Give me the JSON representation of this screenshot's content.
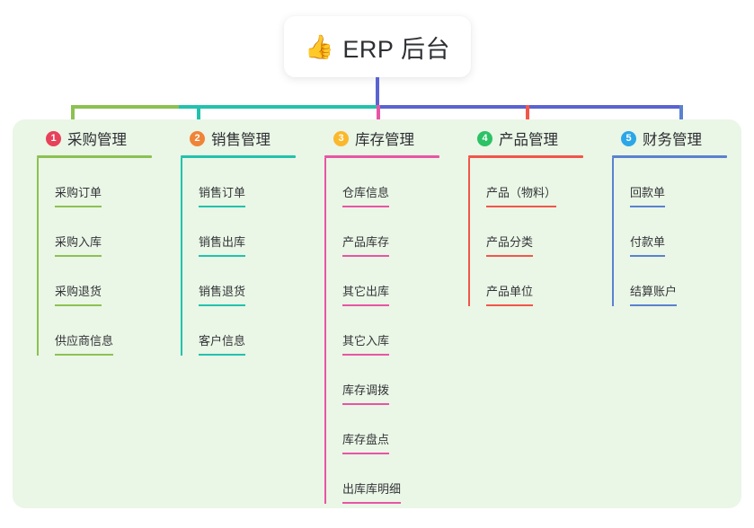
{
  "root": {
    "icon": "thumbs-up-icon",
    "emoji": "👍",
    "title": "ERP 后台"
  },
  "panel": {
    "background_color": "#eaf6e6"
  },
  "connector_colors": {
    "root_stem": "#5a63d1",
    "segment_1": "#7cb342",
    "segment_2": "#11bfa5",
    "segment_3": "#5a63d1",
    "segment_4": "#5a63d1",
    "segment_5": "#5a6fd0"
  },
  "columns": [
    {
      "number": "1",
      "title": "采购管理",
      "badge_color": "#e8415a",
      "line_color": "#8cc152",
      "drop_color": "#8cc152",
      "items": [
        "采购订单",
        "采购入库",
        "采购退货",
        "供应商信息"
      ]
    },
    {
      "number": "2",
      "title": "销售管理",
      "badge_color": "#f08437",
      "line_color": "#22c2ad",
      "drop_color": "#22c2ad",
      "items": [
        "销售订单",
        "销售出库",
        "销售退货",
        "客户信息"
      ]
    },
    {
      "number": "3",
      "title": "库存管理",
      "badge_color": "#fab82b",
      "line_color": "#e855a5",
      "drop_color": "#e855a5",
      "items": [
        "仓库信息",
        "产品库存",
        "其它出库",
        "其它入库",
        "库存调拨",
        "库存盘点",
        "出库库明细"
      ]
    },
    {
      "number": "4",
      "title": "产品管理",
      "badge_color": "#2cc265",
      "line_color": "#f2564b",
      "drop_color": "#f2564b",
      "items": [
        "产品（物料）",
        "产品分类",
        "产品单位"
      ]
    },
    {
      "number": "5",
      "title": "财务管理",
      "badge_color": "#2ba7e8",
      "line_color": "#5a82d0",
      "drop_color": "#5a82d0",
      "items": [
        "回款单",
        "付款单",
        "结算账户"
      ]
    }
  ]
}
